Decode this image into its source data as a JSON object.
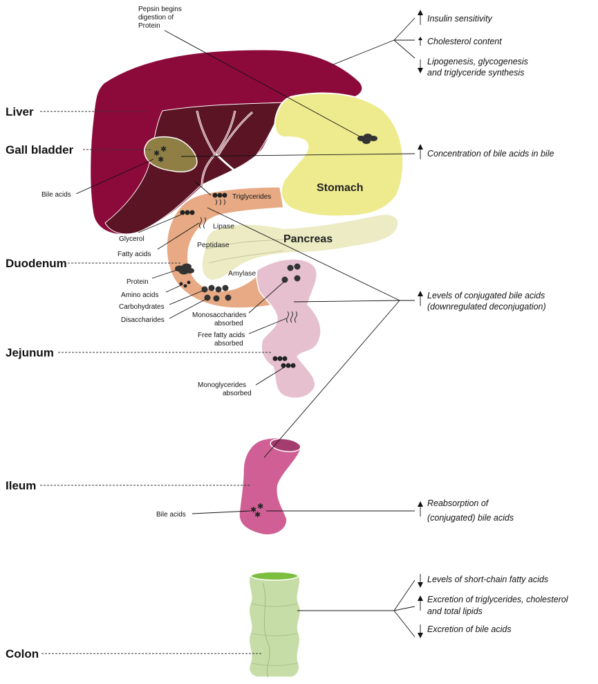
{
  "organs": {
    "liver": "Liver",
    "gall_bladder": "Gall bladder",
    "duodenum": "Duodenum",
    "jejunum": "Jejunum",
    "ileum": "Ileum",
    "colon": "Colon",
    "stomach": "Stomach",
    "pancreas": "Pancreas"
  },
  "annotations": {
    "pepsin": [
      "Pepsin begins",
      "digestion of",
      "Protein"
    ],
    "bile_acids_gb": "Bile acids",
    "triglycerides": "Triglycerides",
    "glycerol": "Glycerol",
    "fatty_acids": "Fatty acids",
    "lipase": "Lipase",
    "peptidase": "Peptidase",
    "amylase": "Amylase",
    "protein": "Protein",
    "amino_acids": "Amino acids",
    "carbohydrates": "Carbohydrates",
    "disaccharides": "Disaccharides",
    "monosaccharides": [
      "Monosaccharides",
      "absorbed"
    ],
    "free_fatty_acids": [
      "Free fatty acids",
      "absorbed"
    ],
    "monoglycerides": [
      "Monoglycerides",
      "absorbed"
    ],
    "bile_acids_ileum": "Bile acids"
  },
  "effects": {
    "insulin_sensitivity": {
      "text": "Insulin sensitivity",
      "direction": "up"
    },
    "cholesterol_content": {
      "text": "Cholesterol content",
      "direction": "up"
    },
    "lipogenesis": {
      "lines": [
        "Lipogenesis, glycogenesis",
        "and triglyceride synthesis"
      ],
      "direction": "down"
    },
    "bile_concentration": {
      "text": "Concentration of bile acids in bile",
      "direction": "up"
    },
    "conjugated_levels": {
      "lines": [
        "Levels of conjugated bile acids",
        "(downregulated  deconjugation)"
      ],
      "direction": "up"
    },
    "reabsorption": {
      "lines": [
        "Reabsorption of",
        "(conjugated) bile acids"
      ],
      "direction": "up"
    },
    "scfa": {
      "text": "Levels of short-chain fatty acids",
      "direction": "down"
    },
    "excretion_lipids": {
      "lines": [
        "Excretion of triglycerides, cholesterol",
        "and total lipids"
      ],
      "direction": "up"
    },
    "excretion_bile": {
      "text": "Excretion of bile acids",
      "direction": "down"
    }
  },
  "colors": {
    "liver_light": "#8c0a3a",
    "liver_dark": "#5a1424",
    "gall_bladder": "#8f7f45",
    "stomach": "#eeeb8e",
    "duodenum": "#e7aa84",
    "pancreas": "#ecebc4",
    "jejunum": "#e6c0cf",
    "ileum": "#cf5f94",
    "colon": "#c7dda7",
    "colon_lumen": "#7cbf3f"
  }
}
